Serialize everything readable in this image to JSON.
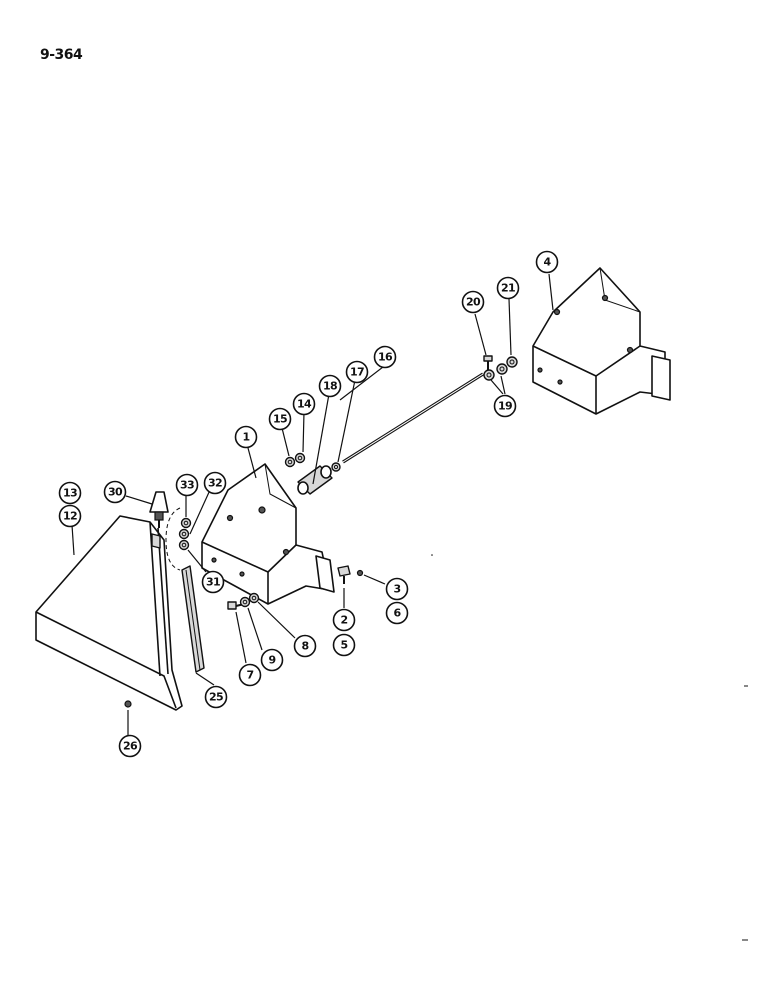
{
  "page_number": "9-364",
  "callouts": [
    {
      "id": "c1",
      "label": "1"
    },
    {
      "id": "c2",
      "label": "2"
    },
    {
      "id": "c3",
      "label": "3"
    },
    {
      "id": "c4",
      "label": "4"
    },
    {
      "id": "c5",
      "label": "5"
    },
    {
      "id": "c6",
      "label": "6"
    },
    {
      "id": "c7",
      "label": "7"
    },
    {
      "id": "c8",
      "label": "8"
    },
    {
      "id": "c9",
      "label": "9"
    },
    {
      "id": "c12",
      "label": "12"
    },
    {
      "id": "c13",
      "label": "13"
    },
    {
      "id": "c14",
      "label": "14"
    },
    {
      "id": "c15",
      "label": "15"
    },
    {
      "id": "c16",
      "label": "16"
    },
    {
      "id": "c17",
      "label": "17"
    },
    {
      "id": "c18",
      "label": "18"
    },
    {
      "id": "c19",
      "label": "19"
    },
    {
      "id": "c20",
      "label": "20"
    },
    {
      "id": "c21",
      "label": "21"
    },
    {
      "id": "c25",
      "label": "25"
    },
    {
      "id": "c26",
      "label": "26"
    },
    {
      "id": "c30",
      "label": "30"
    },
    {
      "id": "c31",
      "label": "31"
    },
    {
      "id": "c32",
      "label": "32"
    },
    {
      "id": "c33",
      "label": "33"
    }
  ]
}
